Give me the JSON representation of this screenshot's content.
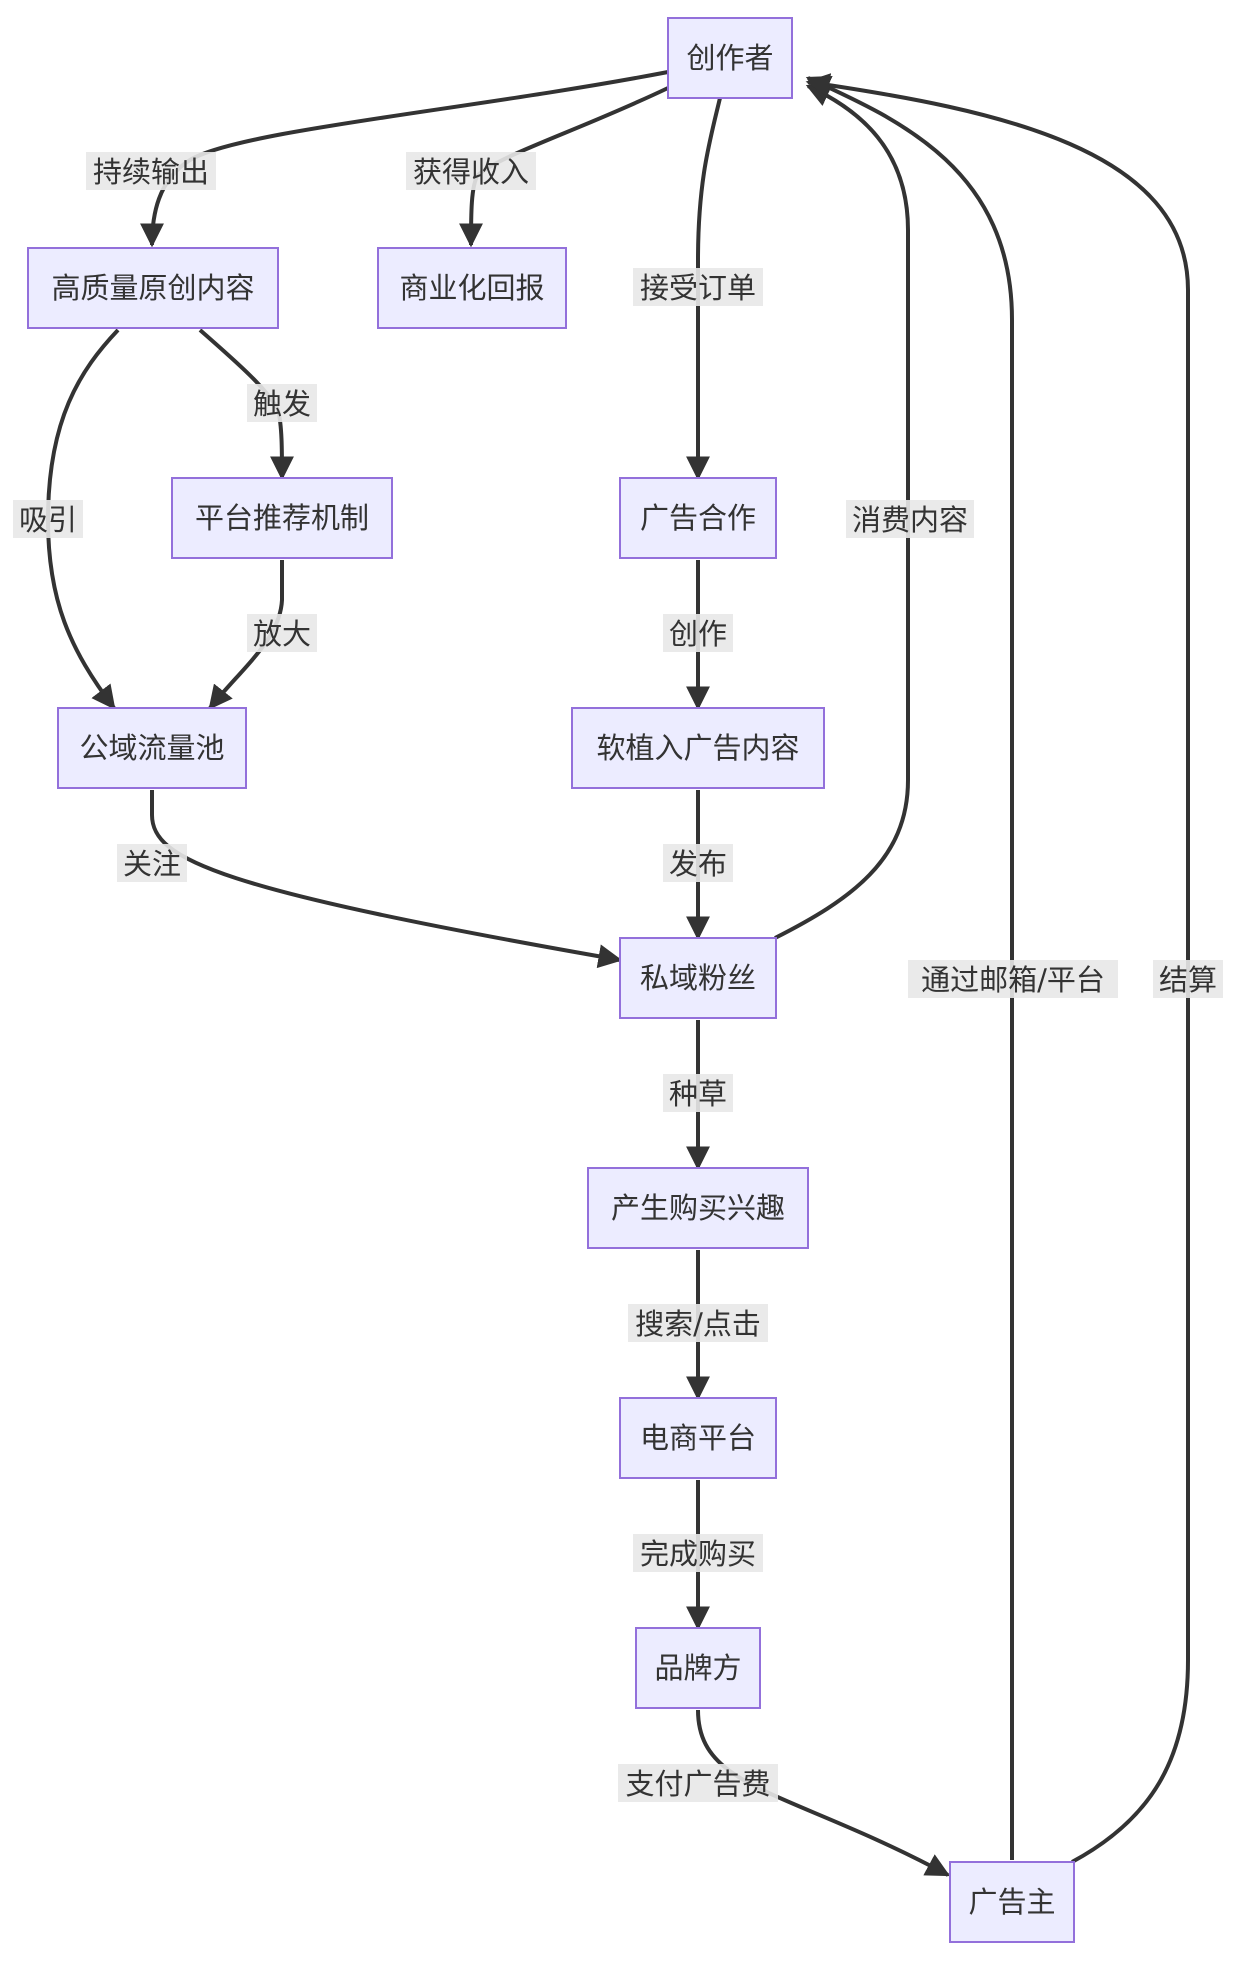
{
  "nodes": {
    "creator": "创作者",
    "hq_content": "高质量原创内容",
    "commercial_return": "商业化回报",
    "platform_rec": "平台推荐机制",
    "ad_coop": "广告合作",
    "public_pool": "公域流量池",
    "soft_ad": "软植入广告内容",
    "private_fans": "私域粉丝",
    "purchase_interest": "产生购买兴趣",
    "ecommerce": "电商平台",
    "brand": "品牌方",
    "advertiser": "广告主"
  },
  "edges": {
    "creator_hq": "持续输出",
    "creator_return": "获得收入",
    "creator_adcoop": "接受订单",
    "hq_rec": "触发",
    "hq_pool": "吸引",
    "rec_pool": "放大",
    "adcoop_soft": "创作",
    "soft_fans": "发布",
    "pool_fans": "关注",
    "fans_creator": "消费内容",
    "fans_interest": "种草",
    "interest_ecom": "搜索/点击",
    "ecom_brand": "完成购买",
    "brand_adv": "支付广告费",
    "adv_creator_channel": "通过邮箱/平台",
    "adv_creator_settle": "结算"
  }
}
